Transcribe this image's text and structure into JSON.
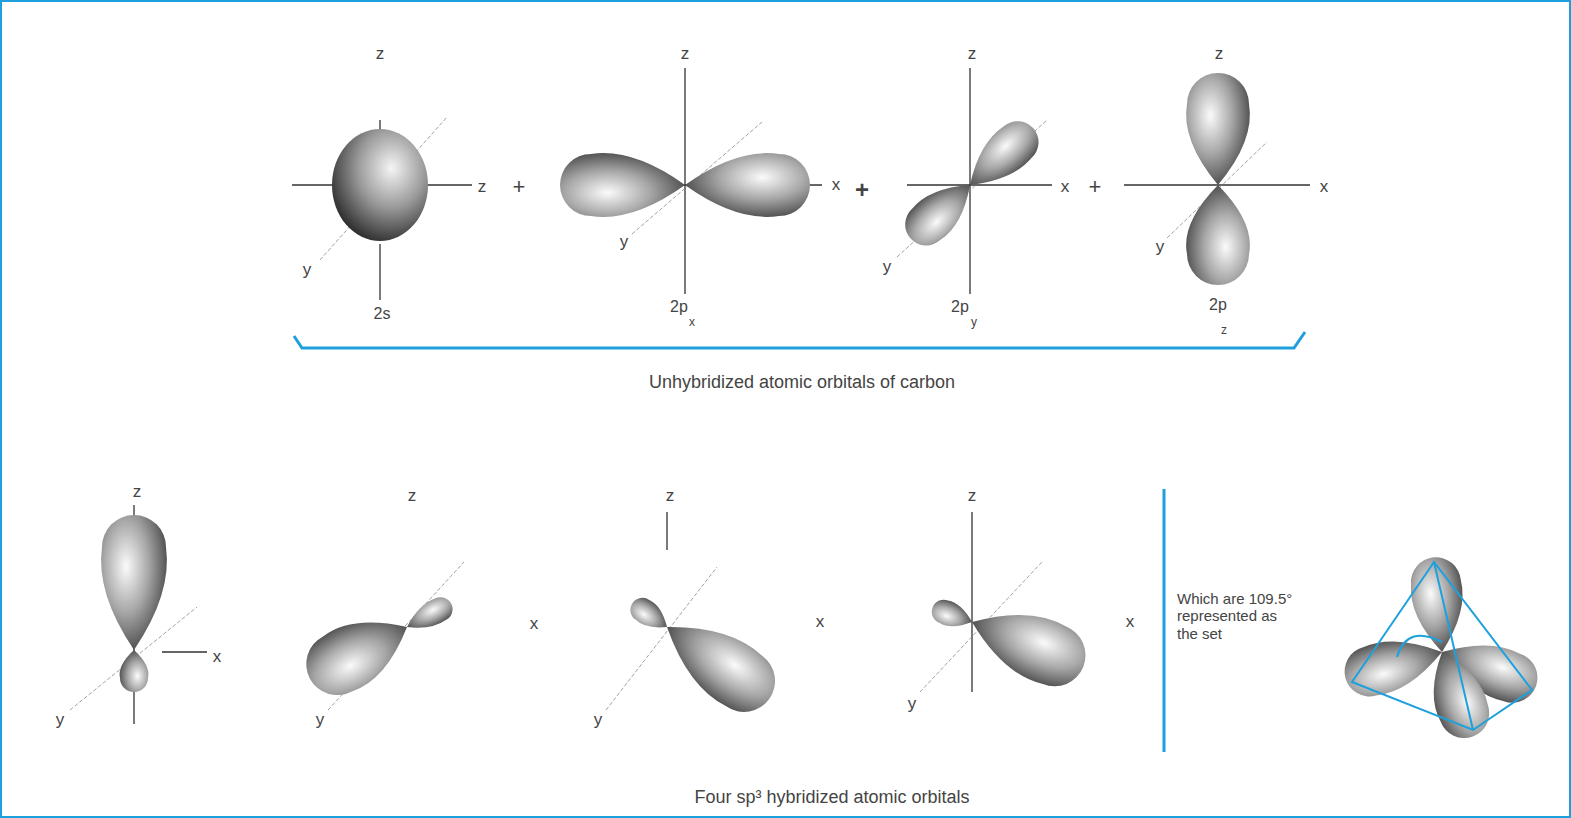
{
  "diagram": {
    "labels": [
      "z",
      "z",
      "y",
      "2s",
      "+",
      "z",
      "x",
      "y",
      "2p",
      "x",
      "+",
      "z",
      "x",
      "y",
      "2p",
      "y",
      "+",
      "z",
      "x",
      "y",
      "2p",
      "z",
      "Unhybridized atomic orbitals of carbon",
      "z",
      "x",
      "y",
      "z",
      "y",
      "x",
      "z",
      "y",
      "x",
      "z",
      "y",
      "x",
      "Which are 109.5° represented as the set",
      "Four sp³ hybridized atomic orbitals"
    ]
  }
}
